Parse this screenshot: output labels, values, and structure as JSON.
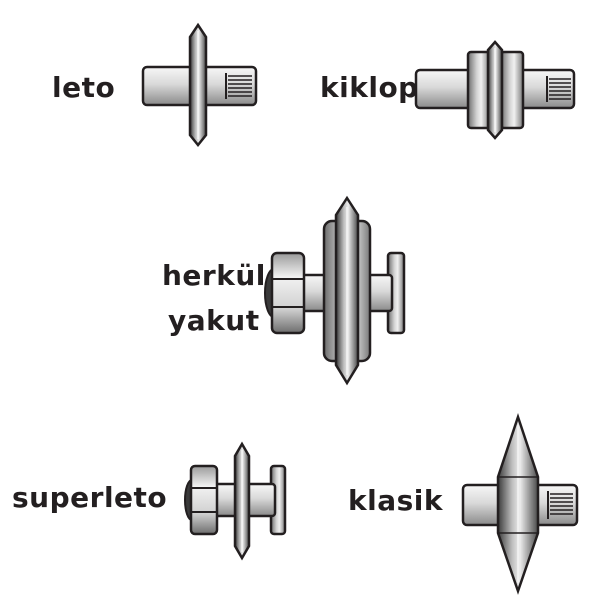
{
  "parts": [
    {
      "id": "leto",
      "label": "leto"
    },
    {
      "id": "kiklop",
      "label": "kiklop"
    },
    {
      "id": "herkul",
      "label_line1": "herkül",
      "label_line2": "yakut"
    },
    {
      "id": "superleto",
      "label": "superleto"
    },
    {
      "id": "klasik",
      "label": "klasik"
    }
  ]
}
